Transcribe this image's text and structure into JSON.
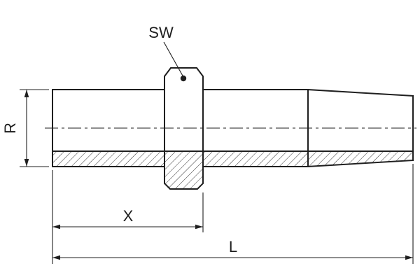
{
  "drawing": {
    "labels": {
      "sw": "SW",
      "r": "R",
      "x": "X",
      "l": "L"
    },
    "colors": {
      "line": "#1f1f1f",
      "background": "#ffffff"
    }
  }
}
